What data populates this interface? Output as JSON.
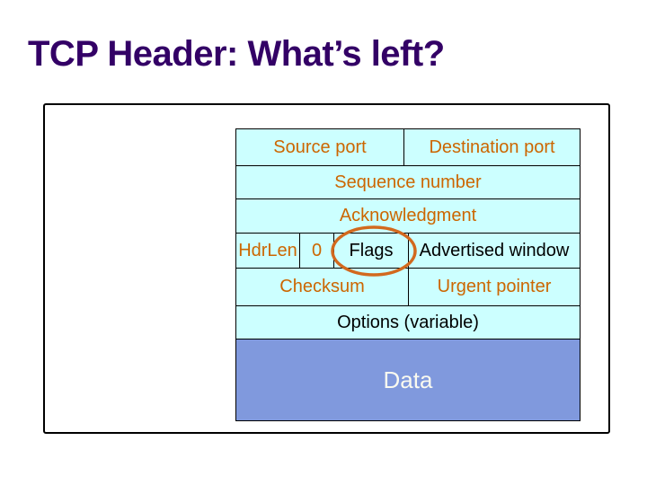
{
  "title": {
    "text": "TCP Header: What’s left?"
  },
  "diagram": {
    "fields": {
      "source_port": "Source port",
      "destination_port": "Destination port",
      "sequence_number": "Sequence number",
      "acknowledgment": "Acknowledgment",
      "hdr_len": "HdrLen",
      "reserved_zero": "0",
      "flags": "Flags",
      "advertised_window": "Advertised window",
      "checksum": "Checksum",
      "urgent_pointer": "Urgent pointer",
      "options": "Options (variable)",
      "data": "Data"
    },
    "highlight": {
      "target": "flags",
      "shape": "ellipse",
      "color": "#D2691E"
    },
    "colors": {
      "title_text": "#330066",
      "cell_background": "#CCFFFF",
      "cell_border": "#000000",
      "field_text_orange": "#CC6600",
      "field_text_black": "#000000",
      "data_background": "#8099DD",
      "data_text": "#FAFAF0"
    }
  }
}
